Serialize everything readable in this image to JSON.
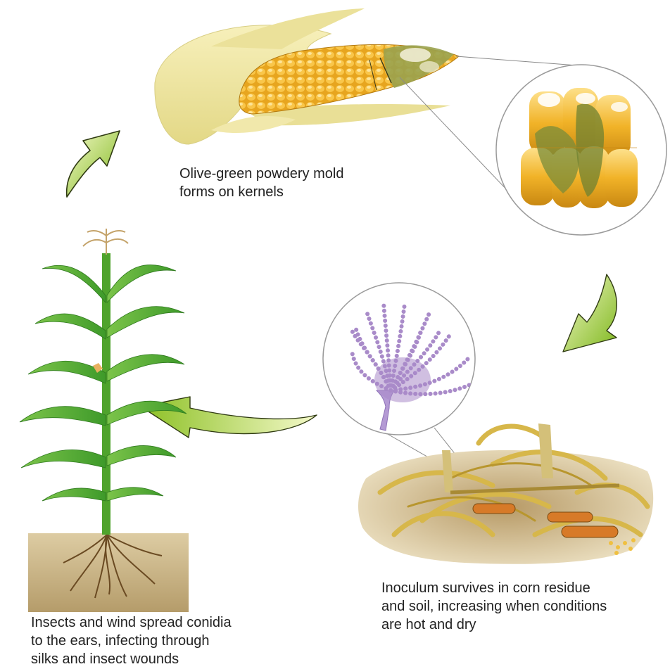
{
  "captions": {
    "mold": {
      "line1": "Olive-green powdery mold",
      "line2": "forms on kernels"
    },
    "inoculum": {
      "line1": "Inoculum survives in corn residue",
      "line2": "and soil, increasing when conditions",
      "line3": "are hot and dry"
    },
    "spread": {
      "line1": "Insects and wind spread conidia",
      "line2": "to the ears, infecting through",
      "line3": "silks and insect wounds"
    }
  },
  "colors": {
    "arrow_light": "#eef6b8",
    "arrow_dark": "#7fb81e",
    "kernel": "#f0b428",
    "mold": "#7a8c3a",
    "husk": "#f2eaa8",
    "conidia": "#a98bc9",
    "soil": "#c8b48c",
    "leaf": "#5bb33a"
  }
}
